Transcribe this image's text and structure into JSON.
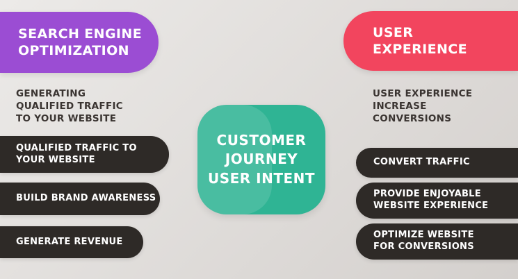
{
  "colors": {
    "purple": "#9b4dd3",
    "pink": "#f2455e",
    "teal": "#2fb494",
    "dark_pill": "#2e2a27",
    "text_dark": "#3a3431",
    "bg_from": "#eceae8",
    "bg_to": "#d4d0cd"
  },
  "left_column": {
    "header_lines": [
      "SEARCH ENGINE",
      "OPTIMIZATION"
    ],
    "subtitle_lines": [
      "GENERATING",
      "QUALIFIED TRAFFIC",
      "TO YOUR WEBSITE"
    ],
    "items": [
      {
        "lines": [
          "QUALIFIED TRAFFIC TO",
          "YOUR WEBSITE"
        ]
      },
      {
        "lines": [
          "BUILD BRAND AWARENESS"
        ]
      },
      {
        "lines": [
          "GENERATE REVENUE"
        ]
      }
    ]
  },
  "center": {
    "lines": [
      "CUSTOMER",
      "JOURNEY",
      "USER INTENT"
    ]
  },
  "right_column": {
    "header_lines": [
      "USER",
      "EXPERIENCE"
    ],
    "subtitle_lines": [
      "USER EXPERIENCE",
      "INCREASE",
      "CONVERSIONS"
    ],
    "items": [
      {
        "lines": [
          "CONVERT TRAFFIC"
        ]
      },
      {
        "lines": [
          "PROVIDE ENJOYABLE",
          "WEBSITE EXPERIENCE"
        ]
      },
      {
        "lines": [
          "OPTIMIZE WEBSITE",
          "FOR CONVERSIONS"
        ]
      }
    ]
  }
}
